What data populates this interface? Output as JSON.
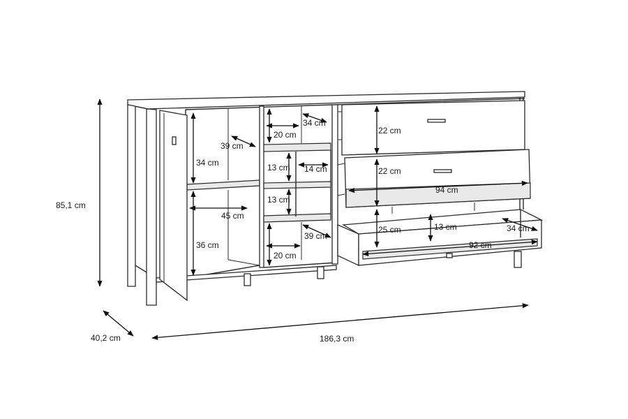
{
  "diagram": {
    "overall": {
      "height": "85,1 cm",
      "depth": "40,2 cm",
      "width": "186,3 cm"
    },
    "left_compartment": {
      "shelf_depth": "39 cm",
      "upper_height": "34 cm",
      "width": "45 cm",
      "lower_height": "36 cm"
    },
    "middle_compartment": {
      "top_depth": "34 cm",
      "top_width": "20 cm",
      "cubby_height_upper": "13 cm",
      "cubby_width": "14 cm",
      "cubby_height_lower": "13 cm",
      "bottom_depth": "39 cm",
      "bottom_width": "20 cm"
    },
    "drawers": {
      "top_height": "22 cm",
      "middle_height": "22 cm",
      "middle_width": "94 cm",
      "bottom_outer_height": "25 cm",
      "bottom_inner_height": "13 cm",
      "bottom_depth": "34 cm",
      "bottom_width": "92 cm"
    }
  }
}
